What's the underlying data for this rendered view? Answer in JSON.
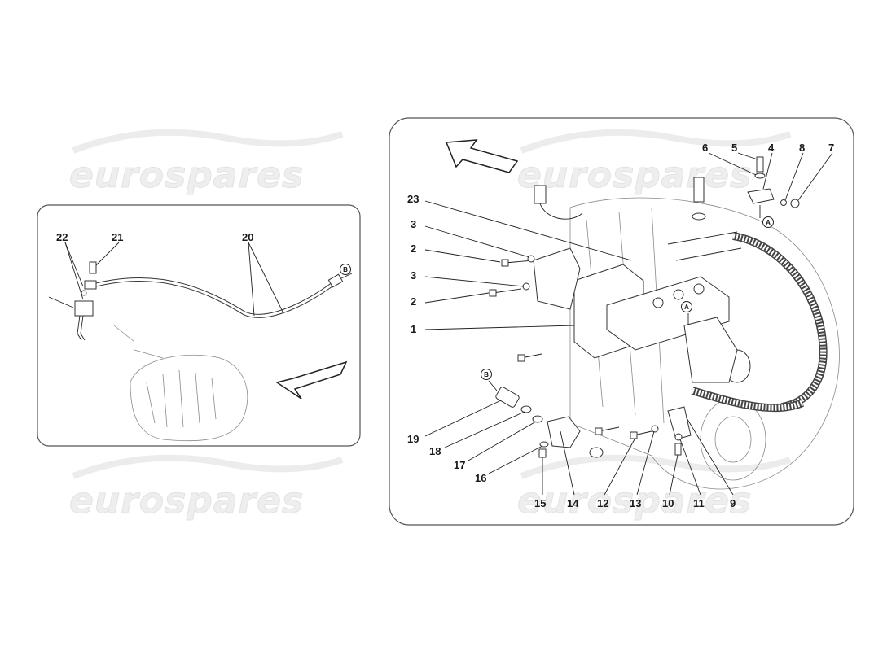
{
  "watermark": {
    "text": "eurospares"
  },
  "left_panel": {
    "labels": [
      "22",
      "21",
      "20"
    ],
    "ref_marker": "B"
  },
  "right_panel": {
    "labels": [
      "6",
      "5",
      "4",
      "8",
      "7",
      "23",
      "3",
      "2",
      "3",
      "2",
      "1",
      "19",
      "18",
      "17",
      "16",
      "15",
      "14",
      "12",
      "13",
      "10",
      "11",
      "9"
    ],
    "ref_markers": [
      "A",
      "A",
      "B"
    ]
  },
  "colors": {
    "panel_border": "#555555",
    "ink": "#1a1a1a",
    "watermark": "#e6e6e6"
  }
}
